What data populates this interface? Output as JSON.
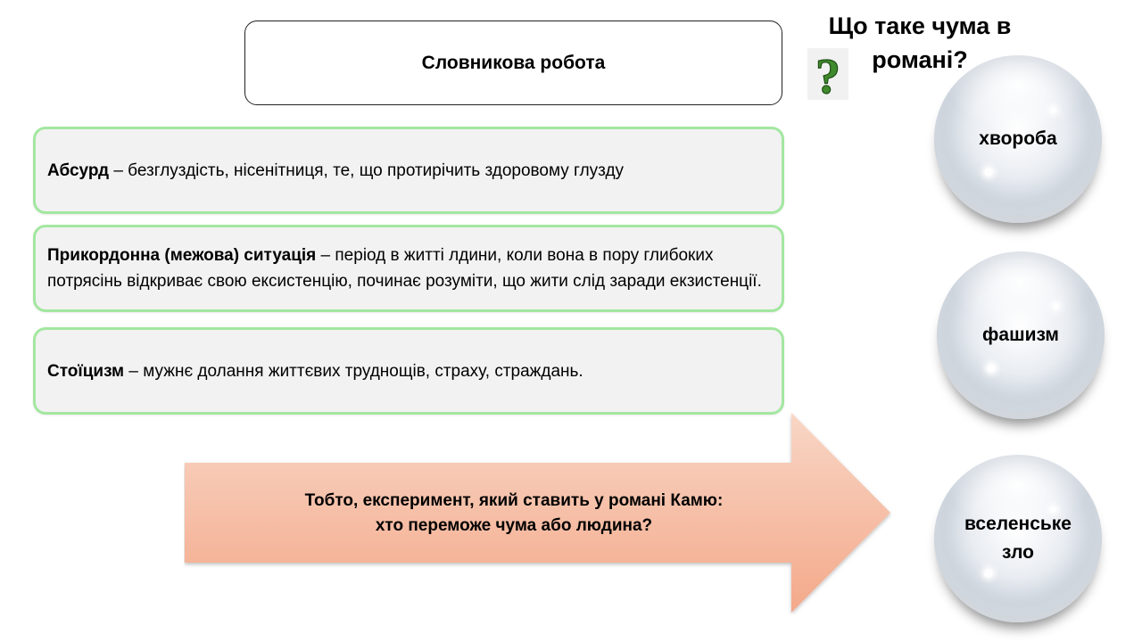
{
  "title": "Словникова робота",
  "definitions": [
    {
      "term": "Абсурд",
      "text": " – безглуздість, нісенітниця, те, що протирічить здоровому глузду"
    },
    {
      "term": "Прикордонна (межова) ситуація",
      "text": " – період в житті лдини, коли вона в пору глибоких потрясінь відкриває свою ексистенцію, починає розуміти, що жити слід заради екзистенції."
    },
    {
      "term": "Стоїцизм",
      "text": " – мужнє долання життєвих труднощів, страху, страждань."
    }
  ],
  "arrow": {
    "line1": "Тобто, експеримент, який ставить у романі Камю:",
    "line2": "хто переможе чума або людина?",
    "fill_top": "#f8d6c5",
    "fill_bottom": "#f4a98a"
  },
  "question": {
    "line1": "Що таке чума в",
    "line2": "романі?",
    "mark": "?",
    "mark_color": "#3f8a2c"
  },
  "spheres": [
    {
      "line1": "хвороба",
      "line2": ""
    },
    {
      "line1": "фашизм",
      "line2": ""
    },
    {
      "line1": "вселенське",
      "line2": "зло"
    }
  ],
  "colors": {
    "box_border": "#a3e7a0",
    "box_fill": "#f2f2f2"
  }
}
